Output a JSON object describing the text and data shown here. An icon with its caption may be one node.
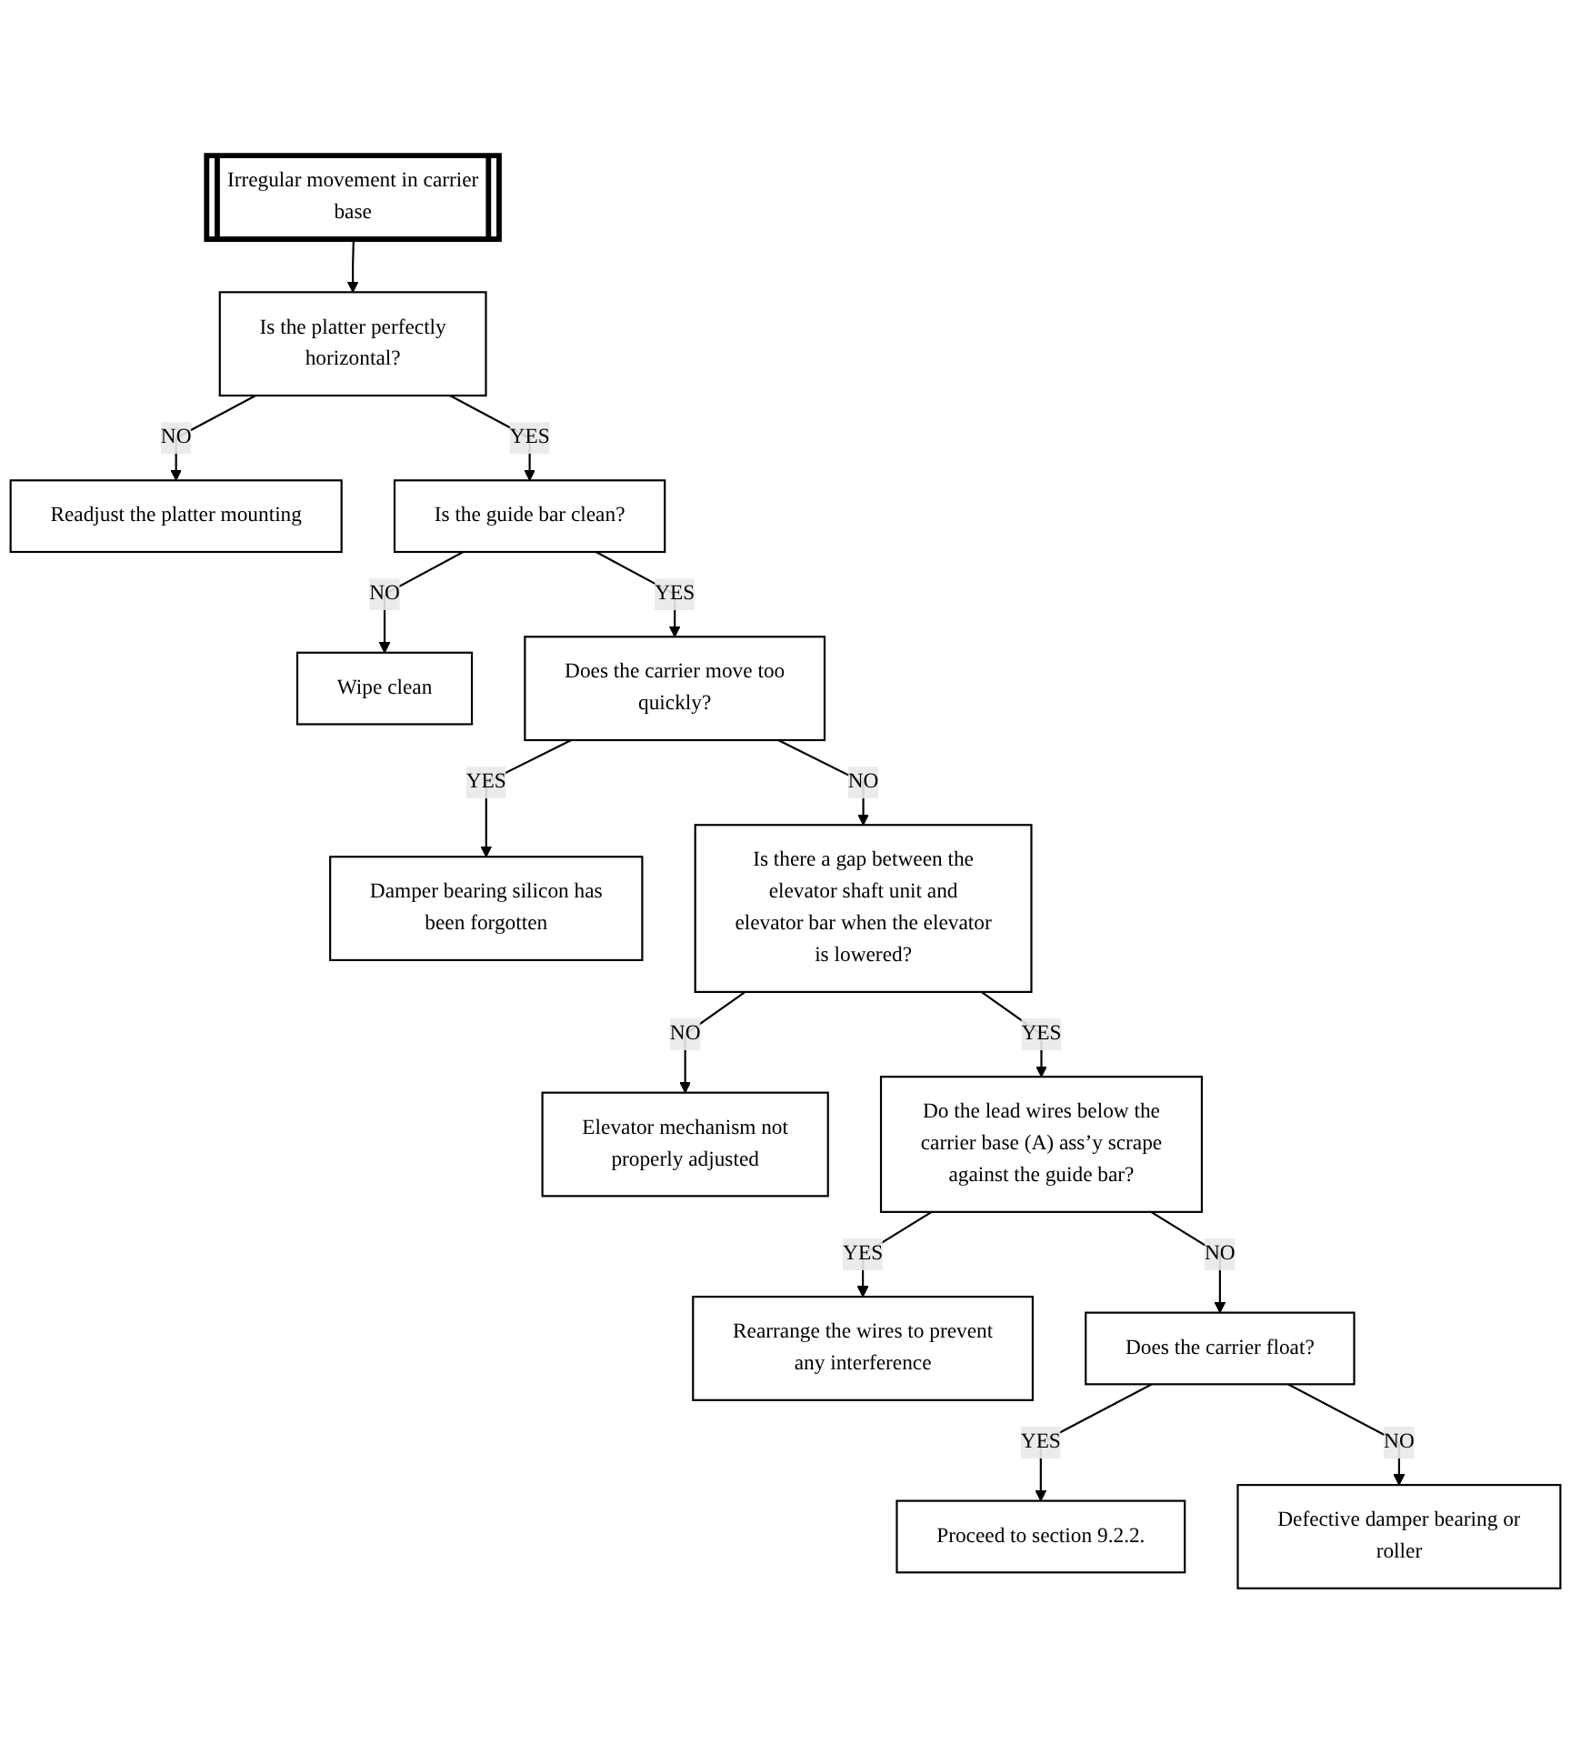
{
  "diagram": {
    "nodes": [
      {
        "text": [
          "Irregular movement in carrier base"
        ]
      },
      {
        "text": [
          "Is the platter perfectly horizontal?"
        ]
      },
      {
        "text": [
          "Readjust the platter mounting"
        ]
      },
      {
        "text": [
          "Is the guide bar clean?"
        ]
      },
      {
        "text": [
          "Wipe clean"
        ]
      },
      {
        "text": [
          "Does the carrier move too quickly?"
        ]
      },
      {
        "text": [
          "Damper bearing silicon has been forgotten"
        ]
      },
      {
        "text": [
          "Is there a gap between the elevator shaft unit and elevator bar when the elevator is lowered?"
        ]
      },
      {
        "text": [
          "Elevator mechanism not properly adjusted"
        ]
      },
      {
        "text": [
          "Do the lead wires below the carrier base (A) ass’y scrape against the guide bar?"
        ]
      },
      {
        "text": [
          "Rearrange the wires to prevent any interference"
        ]
      },
      {
        "text": [
          "Does the carrier float?"
        ]
      },
      {
        "text": [
          "Proceed to section 9.2.2."
        ]
      },
      {
        "text": [
          "Defective damper bearing or roller"
        ]
      }
    ],
    "edges": [
      {
        "from": 0,
        "to": 1,
        "arrow": "to"
      },
      {
        "from": 1,
        "to": 2,
        "arrow": "to",
        "label": "NO"
      },
      {
        "from": 1,
        "to": 3,
        "arrow": "to",
        "label": "YES"
      },
      {
        "from": 3,
        "to": 4,
        "arrow": "to",
        "label": "NO"
      },
      {
        "from": 3,
        "to": 5,
        "arrow": "to",
        "label": "YES"
      },
      {
        "from": 5,
        "to": 6,
        "arrow": "to",
        "label": "YES"
      },
      {
        "from": 5,
        "to": 7,
        "arrow": "to",
        "label": "NO"
      },
      {
        "from": 7,
        "to": 8,
        "arrow": "to",
        "label": "NO"
      },
      {
        "from": 7,
        "to": 9,
        "arrow": "to",
        "label": "YES"
      },
      {
        "from": 9,
        "to": 10,
        "arrow": "to",
        "label": "YES"
      },
      {
        "from": 9,
        "to": 11,
        "arrow": "to",
        "label": "NO"
      },
      {
        "from": 11,
        "to": 12,
        "arrow": "to",
        "label": "YES"
      },
      {
        "from": 11,
        "to": 13,
        "arrow": "to",
        "label": "NO"
      }
    ]
  }
}
